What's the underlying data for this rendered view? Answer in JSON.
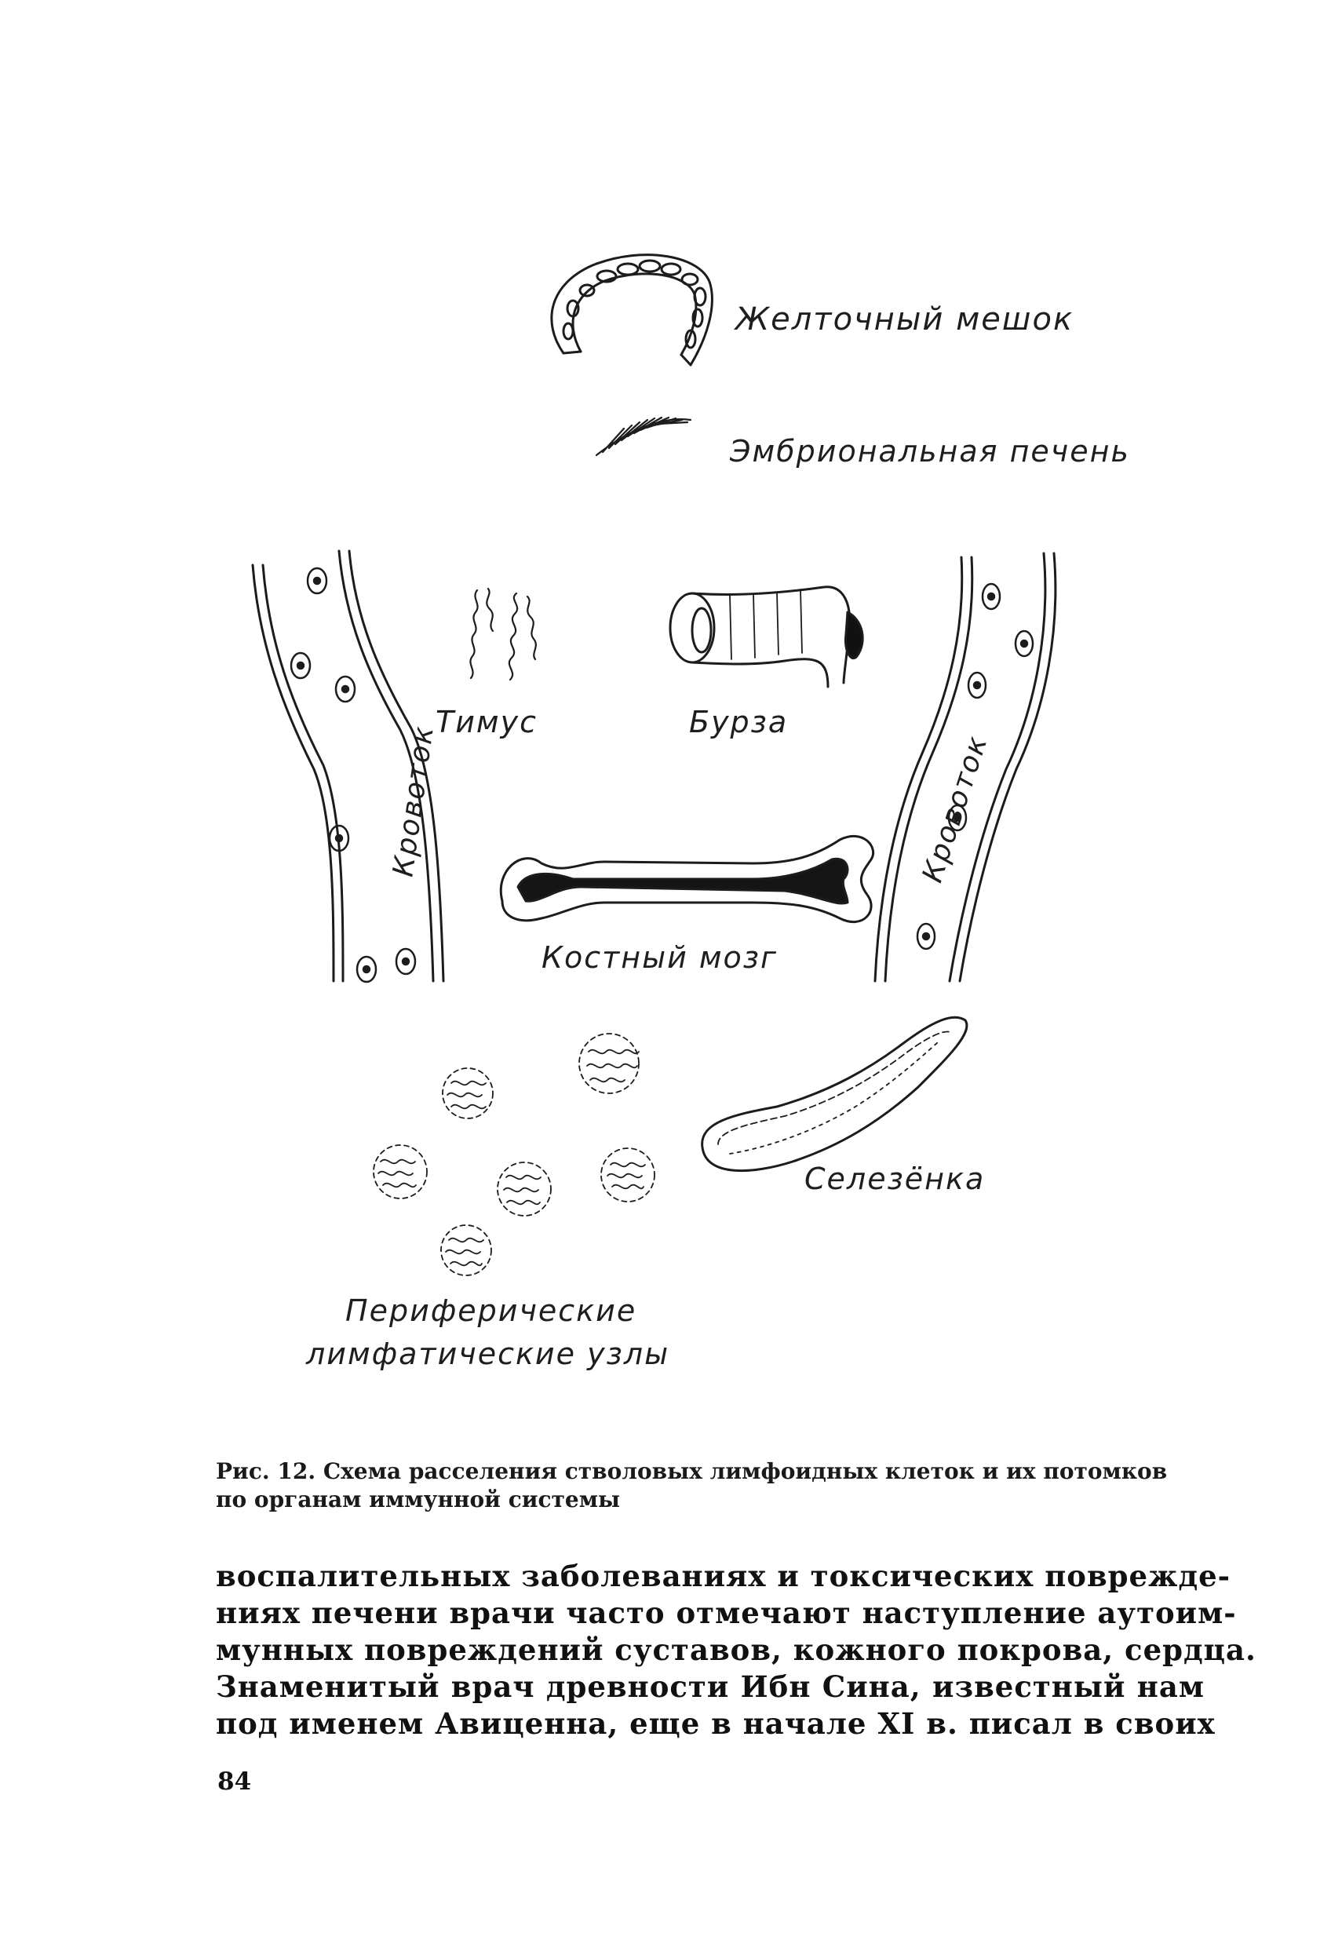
{
  "figure": {
    "labels": {
      "yolk_sac": "Желточный мешок",
      "embryonic_liver": "Эмбриональная печень",
      "thymus": "Тимус",
      "bursa": "Бурза",
      "bloodstream_left": "Кровоток",
      "bloodstream_right": "Кровоток",
      "bone_marrow": "Костный мозг",
      "spleen": "Селезёнка",
      "peripheral_nodes_line1": "Периферические",
      "peripheral_nodes_line2": "лимфатические узлы"
    }
  },
  "caption": {
    "line1": "Рис. 12. Схема расселения стволовых лимфоидных клеток и их потомков",
    "line2": "по органам иммунной системы"
  },
  "body_text": {
    "lines": [
      "воспалительных заболеваниях и токсических поврежде-",
      "ниях печени врачи часто отмечают наступление аутоим-",
      "мунных повреждений суставов, кожного покрова, сердца.",
      "Знаменитый врач древности Ибн Сина, известный нам",
      "под именем Авиценна, еще в начале XI в. писал в своих"
    ]
  },
  "page_number": "84"
}
